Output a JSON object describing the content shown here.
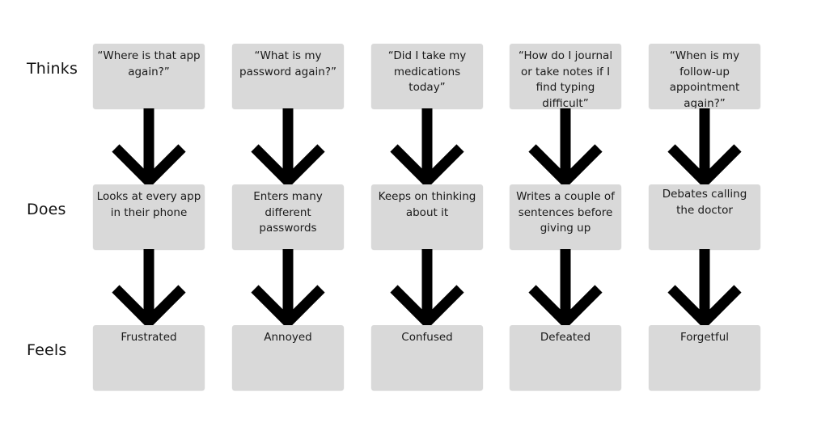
{
  "rows": [
    "Thinks",
    "Does",
    "Feels"
  ],
  "columns": [
    {
      "thinks": "“Where is that app again?”",
      "does": "Looks at every app in their phone",
      "feels": "Frustrated"
    },
    {
      "thinks": "“What is my password again?”",
      "does": "Enters many different passwords",
      "feels": "Annoyed"
    },
    {
      "thinks": "“Did I take my medications today”",
      "does": "Keeps on thinking about it",
      "feels": "Confused"
    },
    {
      "thinks": "“How do I journal or take notes if I find typing difficult”",
      "does": "Writes a couple of sentences before giving up",
      "feels": "Defeated"
    },
    {
      "thinks": "“When is my follow-up appointment again?”",
      "does": "Debates calling the doctor",
      "feels": "Forgetful"
    }
  ],
  "colors": {
    "box": "#d9d9d9",
    "arrow": "#000000",
    "background": "#ffffff"
  }
}
